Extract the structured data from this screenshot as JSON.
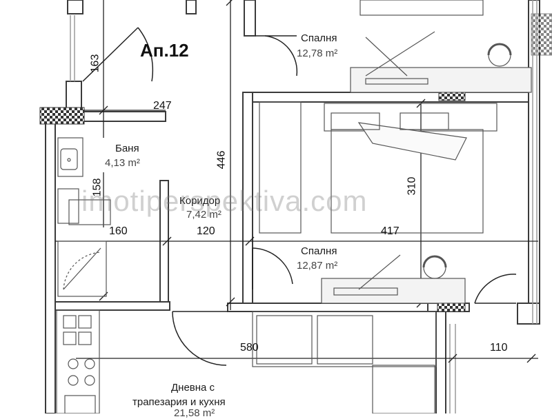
{
  "plan": {
    "apartment_title": "Ап.12",
    "rooms": {
      "bedroom_top": {
        "name": "Спалня",
        "area": "12,78 m²"
      },
      "bathroom": {
        "name": "Баня",
        "area": "4,13 m²"
      },
      "corridor": {
        "name": "Коридор",
        "area": "7,42 m²"
      },
      "bedroom_mid": {
        "name": "Спалня",
        "area": "12,87 m²"
      },
      "living": {
        "name_line1": "Дневна с",
        "name_line2": "трапезария и кухня",
        "area": "21,58 m²"
      }
    },
    "dimensions": {
      "d163": "163",
      "d247": "247",
      "d446": "446",
      "d158": "158",
      "d160": "160",
      "d120": "120",
      "d417": "417",
      "d310": "310",
      "d580": "580",
      "d110": "110"
    },
    "watermark": "imotiperspektiva.com",
    "colors": {
      "wall": "#3a3a3a",
      "hatch": "#555555",
      "line": "#222222",
      "window": "#9a9a9a"
    }
  }
}
